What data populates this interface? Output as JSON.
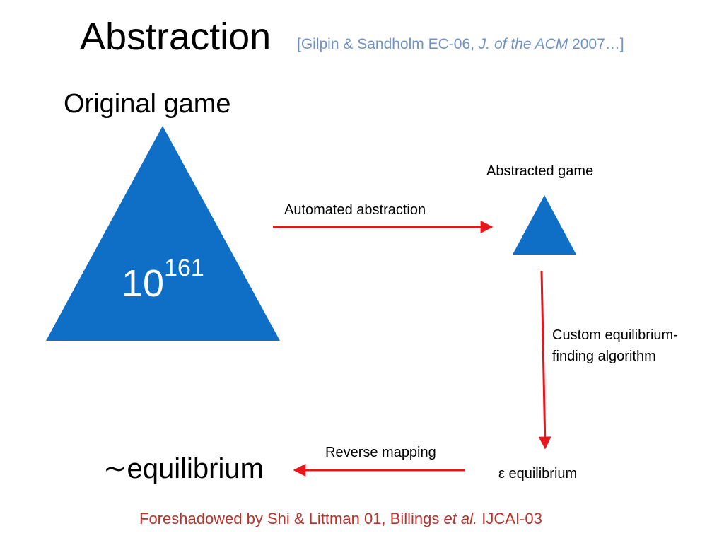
{
  "title": "Abstraction",
  "citation": {
    "prefix": "[Gilpin & Sandholm EC-06, ",
    "journal": "J. of the ACM",
    "suffix": " 2007…]"
  },
  "original_game": {
    "label": "Original game",
    "size_base": "10",
    "size_exponent": "161"
  },
  "abstracted_game": {
    "label": "Abstracted game"
  },
  "edges": {
    "automated_abstraction": "Automated abstraction",
    "custom_algorithm": "Custom equilibrium-finding algorithm",
    "reverse_mapping": "Reverse mapping"
  },
  "epsilon_equilibrium": "ε equilibrium",
  "approx_equilibrium": "∼equilibrium",
  "footer": {
    "prefix": "Foreshadowed by Shi & Littman 01, Billings ",
    "italic": "et al.",
    "suffix": " IJCAI-03"
  },
  "colors": {
    "triangle": "#0f6fc6",
    "arrow": "#e8161b",
    "citation": "#6f93c8",
    "footer": "#b8332c"
  }
}
